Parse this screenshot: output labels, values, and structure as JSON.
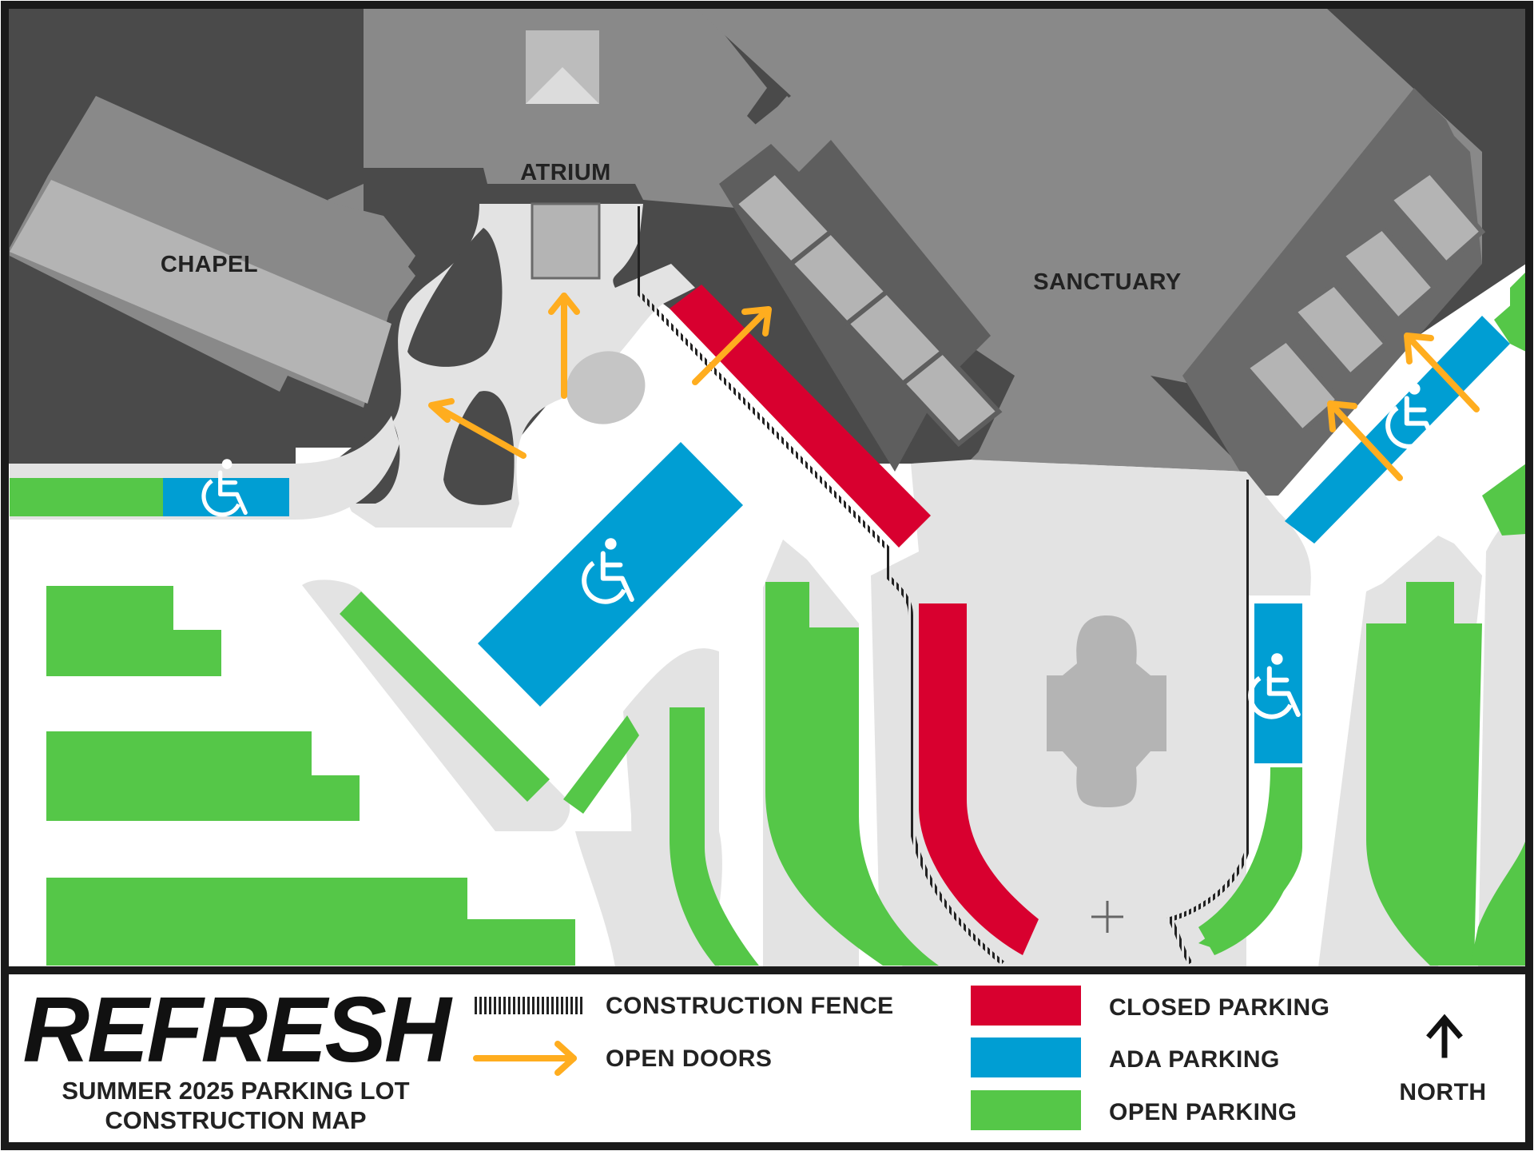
{
  "map": {
    "labels": {
      "chapel": "CHAPEL",
      "atrium": "ATRIUM",
      "sanctuary": "SANCTUARY"
    },
    "icons": [
      "ada-wheelchair-icon",
      "door-arrow-icon",
      "north-arrow-icon",
      "crosshair-icon",
      "construction-fence-icon"
    ]
  },
  "legend": {
    "title": "REFRESH",
    "subtitle_line1": "SUMMER 2025 PARKING LOT",
    "subtitle_line2": "CONSTRUCTION MAP",
    "fence_label": "CONSTRUCTION FENCE",
    "doors_label": "OPEN DOORS",
    "closed_label": "CLOSED PARKING",
    "ada_label": "ADA PARKING",
    "open_label": "OPEN PARKING",
    "north_label": "NORTH"
  },
  "colors": {
    "closed": "#d8002f",
    "ada": "#009ed3",
    "open": "#55c748",
    "doors": "#ffad1f",
    "building_dark": "#4d4d4d",
    "building_mid": "#898989",
    "building_light": "#b4b4b4",
    "walkway": "#e3e3e3"
  }
}
